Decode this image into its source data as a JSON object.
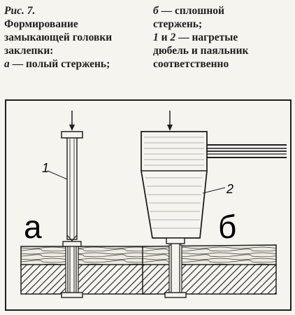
{
  "caption": {
    "fig_label": "Рис. 7.",
    "left_lines": [
      "Формирование",
      "замыкающей головки",
      "заклепки:"
    ],
    "item_a_key": "а",
    "item_a_text": " — полый стержень;",
    "item_b_key": "б",
    "item_b_lines": [
      " — сплошной",
      "стержень;"
    ],
    "item_12_key1": "1",
    "item_12_mid": " и ",
    "item_12_key2": "2",
    "item_12_text": " — нагретые",
    "item_12_lines": [
      "дюбель и паяльник",
      "соответственно"
    ]
  },
  "figure": {
    "panel_a_letter": "а",
    "panel_b_letter": "б",
    "label_1": "1",
    "label_2": "2"
  }
}
